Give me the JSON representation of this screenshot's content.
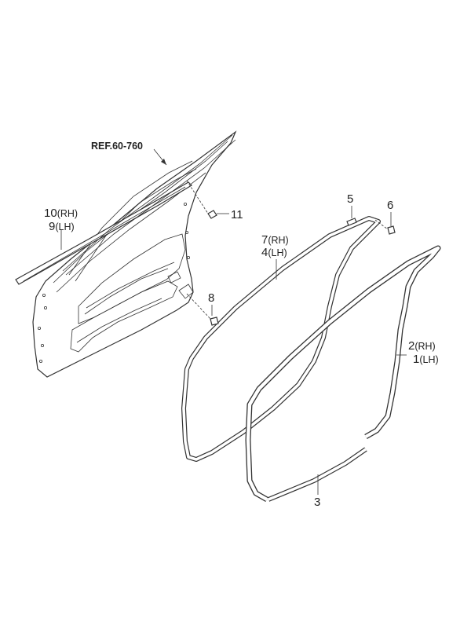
{
  "reference": "REF.60-760",
  "callouts": [
    {
      "id": "c10",
      "number": "10",
      "suffix": "(RH)"
    },
    {
      "id": "c9",
      "number": "9",
      "suffix": "(LH)"
    },
    {
      "id": "c11",
      "number": "11",
      "suffix": ""
    },
    {
      "id": "c8",
      "number": "8",
      "suffix": ""
    },
    {
      "id": "c5",
      "number": "5",
      "suffix": ""
    },
    {
      "id": "c6",
      "number": "6",
      "suffix": ""
    },
    {
      "id": "c7",
      "number": "7",
      "suffix": "(RH)"
    },
    {
      "id": "c4",
      "number": "4",
      "suffix": "(LH)"
    },
    {
      "id": "c2",
      "number": "2",
      "suffix": "(RH)"
    },
    {
      "id": "c1",
      "number": "1",
      "suffix": "(LH)"
    },
    {
      "id": "c3",
      "number": "3",
      "suffix": ""
    }
  ]
}
